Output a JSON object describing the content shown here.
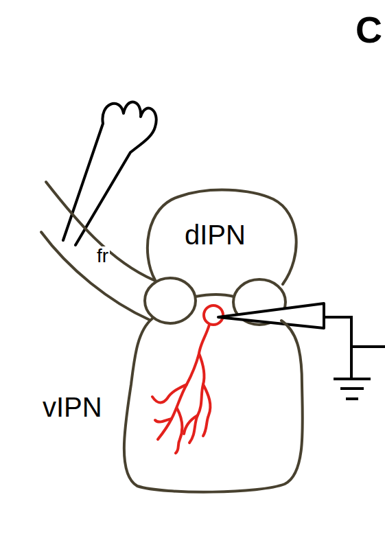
{
  "diagram": {
    "nodes": [
      {
        "text": [
          "dIPN"
        ]
      },
      {
        "text": [
          "fr"
        ]
      },
      {
        "text": [
          "vIPN"
        ]
      }
    ],
    "labels": [
      "C"
    ]
  }
}
